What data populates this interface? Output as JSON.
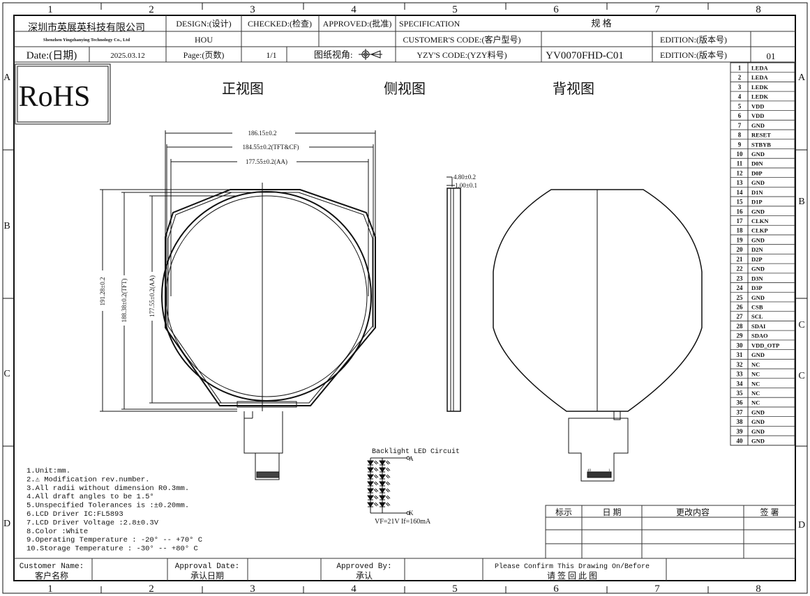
{
  "ruler": {
    "columns": [
      "1",
      "2",
      "3",
      "4",
      "5",
      "6",
      "7",
      "8"
    ],
    "rows_left": [
      "A",
      "B",
      "C",
      "D"
    ],
    "rows_right": [
      "A",
      "B",
      "C",
      "C",
      "D"
    ]
  },
  "header": {
    "company_cn": "深圳市英展英科技有限公司",
    "company_en": "Shenzhen Yingzhanying Technology Co., Ltd",
    "design_label": "DESIGN:(设计)",
    "design_value": "HOU",
    "checked_label": "CHECKED:(检查)",
    "checked_value": "",
    "approved_label": "APPROVED:(批准)",
    "approved_value": "",
    "spec_label": "SPECIFICATION",
    "spec_cn": "规  格",
    "customer_code_label": "CUSTOMER'S CODE:(客户型号)",
    "customer_code_value": "",
    "edition_label": "EDITION:(版本号)",
    "edition_value_top": "",
    "date_label": "Date:(日期)",
    "date_value": "2025.03.12",
    "page_label": "Page:(页数)",
    "page_value": "1/1",
    "view_angle_label": "图纸视角:",
    "yzy_code_label": "YZY'S CODE:(YZY料号)",
    "yzy_code_value": "YV0070FHD-C01",
    "edition_label2": "EDITION:(版本号)",
    "edition_value": "01"
  },
  "rohs": "RoHS",
  "views": {
    "front": "正视图",
    "side": "侧视图",
    "back": "背视图"
  },
  "dimensions": {
    "width_outer": "186.15±0.2",
    "width_tft": "184.55±0.2(TFT&CF)",
    "width_aa": "177.55±0.2(AA)",
    "height_outer": "191.28±0.2",
    "height_tft": "188.38±0.2(TFT)",
    "height_aa": "177.55±0.2(AA)",
    "thickness": "4.80±0.2",
    "glass": "1.00±0.1"
  },
  "pins": [
    {
      "no": "1",
      "name": "LEDA"
    },
    {
      "no": "2",
      "name": "LEDA"
    },
    {
      "no": "3",
      "name": "LEDK"
    },
    {
      "no": "4",
      "name": "LEDK"
    },
    {
      "no": "5",
      "name": "VDD"
    },
    {
      "no": "6",
      "name": "VDD"
    },
    {
      "no": "7",
      "name": "GND"
    },
    {
      "no": "8",
      "name": "RESET"
    },
    {
      "no": "9",
      "name": "STBYB"
    },
    {
      "no": "10",
      "name": "GND"
    },
    {
      "no": "11",
      "name": "D0N"
    },
    {
      "no": "12",
      "name": "D0P"
    },
    {
      "no": "13",
      "name": "GND"
    },
    {
      "no": "14",
      "name": "D1N"
    },
    {
      "no": "15",
      "name": "D1P"
    },
    {
      "no": "16",
      "name": "GND"
    },
    {
      "no": "17",
      "name": "CLKN"
    },
    {
      "no": "18",
      "name": "CLKP"
    },
    {
      "no": "19",
      "name": "GND"
    },
    {
      "no": "20",
      "name": "D2N"
    },
    {
      "no": "21",
      "name": "D2P"
    },
    {
      "no": "22",
      "name": "GND"
    },
    {
      "no": "23",
      "name": "D3N"
    },
    {
      "no": "24",
      "name": "D3P"
    },
    {
      "no": "25",
      "name": "GND"
    },
    {
      "no": "26",
      "name": "CSB"
    },
    {
      "no": "27",
      "name": "SCL"
    },
    {
      "no": "28",
      "name": "SDAI"
    },
    {
      "no": "29",
      "name": "SDAO"
    },
    {
      "no": "30",
      "name": "VDD_OTP"
    },
    {
      "no": "31",
      "name": "GND"
    },
    {
      "no": "32",
      "name": "NC"
    },
    {
      "no": "33",
      "name": "NC"
    },
    {
      "no": "34",
      "name": "NC"
    },
    {
      "no": "35",
      "name": "NC"
    },
    {
      "no": "36",
      "name": "NC"
    },
    {
      "no": "37",
      "name": "GND"
    },
    {
      "no": "38",
      "name": "GND"
    },
    {
      "no": "39",
      "name": "GND"
    },
    {
      "no": "40",
      "name": "GND"
    }
  ],
  "notes": [
    "1.Unit:mm.",
    "2.⚠ Modification rev.number.",
    "3.All radii without dimension R0.3mm.",
    "4.All draft angles to be 1.5°",
    "5.Unspecified Tolerances is :±0.20mm.",
    "6.LCD Driver IC:FL5893",
    "7.LCD Driver Voltage :2.8±0.3V",
    "8.Color :White",
    "9.Operating Temperature : -20° -- +70° C",
    "10.Storage Temperature : -30° -- +80° C"
  ],
  "backlight": {
    "title": "Backlight LED Circuit",
    "anode": "A",
    "cathode": "K",
    "spec": "VF=21V If=160mA"
  },
  "fpc_labels": {
    "pin_first": "40",
    "pin_last": "1"
  },
  "revision_table": {
    "headers": [
      "标示",
      "日 期",
      "更改内容",
      "签 署"
    ]
  },
  "footer": {
    "customer_name_en": "Customer Name:",
    "customer_name_cn": "客户名称",
    "approval_date_en": "Approval Date:",
    "approval_date_cn": "承认日期",
    "approved_by_en": "Approved By:",
    "approved_by_cn": "承认",
    "confirm_en": "Please Confirm This Drawing On/Before",
    "confirm_cn": "请 签 回 此 图"
  }
}
